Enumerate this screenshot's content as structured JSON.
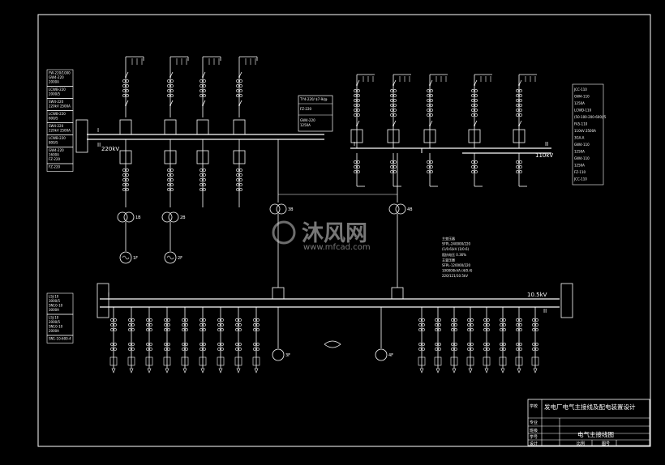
{
  "diagram": {
    "bus_labels": {
      "bus_220kv": "220kV",
      "bus_110kv": "110kV",
      "bus_10kv": "10.5kV",
      "roman_I": "I",
      "roman_II": "II"
    },
    "transformer_labels": [
      "1B",
      "2B",
      "3B",
      "4B"
    ],
    "generator_labels": [
      "1F",
      "2F",
      "3F",
      "4F"
    ],
    "left_specs": [
      [
        "FW-220/1000",
        "GW4-220",
        "2000A"
      ],
      [
        "LCWB-220",
        "2000/5"
      ],
      [
        "SW4-220",
        "220kV 2500A"
      ],
      [
        "LCWB-220",
        "600/5"
      ],
      [
        "SW4-220",
        "220kV 2500A"
      ],
      [
        "LCWB-220",
        "800/5"
      ],
      [
        "GW4-220",
        "1600A",
        "FZ-220"
      ],
      [
        "FZ-220"
      ]
    ],
    "left_lower_specs": [
      [
        "LSJ-10",
        "3000/5",
        "SN10-10",
        "3000A"
      ],
      [
        "LSJ-10",
        "2000/5",
        "SN10-10",
        "2000A"
      ],
      [
        "SN1-10-600-4"
      ]
    ],
    "right_specs": [
      "JCC-110",
      "GW4-110",
      "1250A",
      "LCWD-110",
      "(50-100-200-600)/5",
      "FA5-110",
      "110kV 2500A",
      "3GA-A",
      "GW4-110",
      "1250A",
      "GW4-110",
      "1250A",
      "FZ-110",
      "JCC-110"
    ],
    "mid_box": [
      "TY4-220/ $7-9/@",
      "FZ-220",
      "GW4-220",
      "1250A"
    ],
    "main_transformer_notes": [
      "主变压器",
      "SFPL-240000/220",
      "(1/0.6)kV (1/0.6)",
      "阻抗电压 0.36%",
      "主变压器",
      "SFPL-120000/220",
      "100000kVA (4/0.4)",
      "220/121/10.5kV"
    ]
  },
  "title_block": {
    "school": "学校",
    "design_title": "发电厂电气主接线及配电装置设计",
    "row_labels": [
      "专业",
      "班级",
      "学号",
      "设计"
    ],
    "drawing_name": "电气主接线图",
    "scale_label": "比例",
    "sheet_label": "图号"
  },
  "watermark": {
    "text": "沐风网",
    "url": "www.mfcad.com"
  }
}
